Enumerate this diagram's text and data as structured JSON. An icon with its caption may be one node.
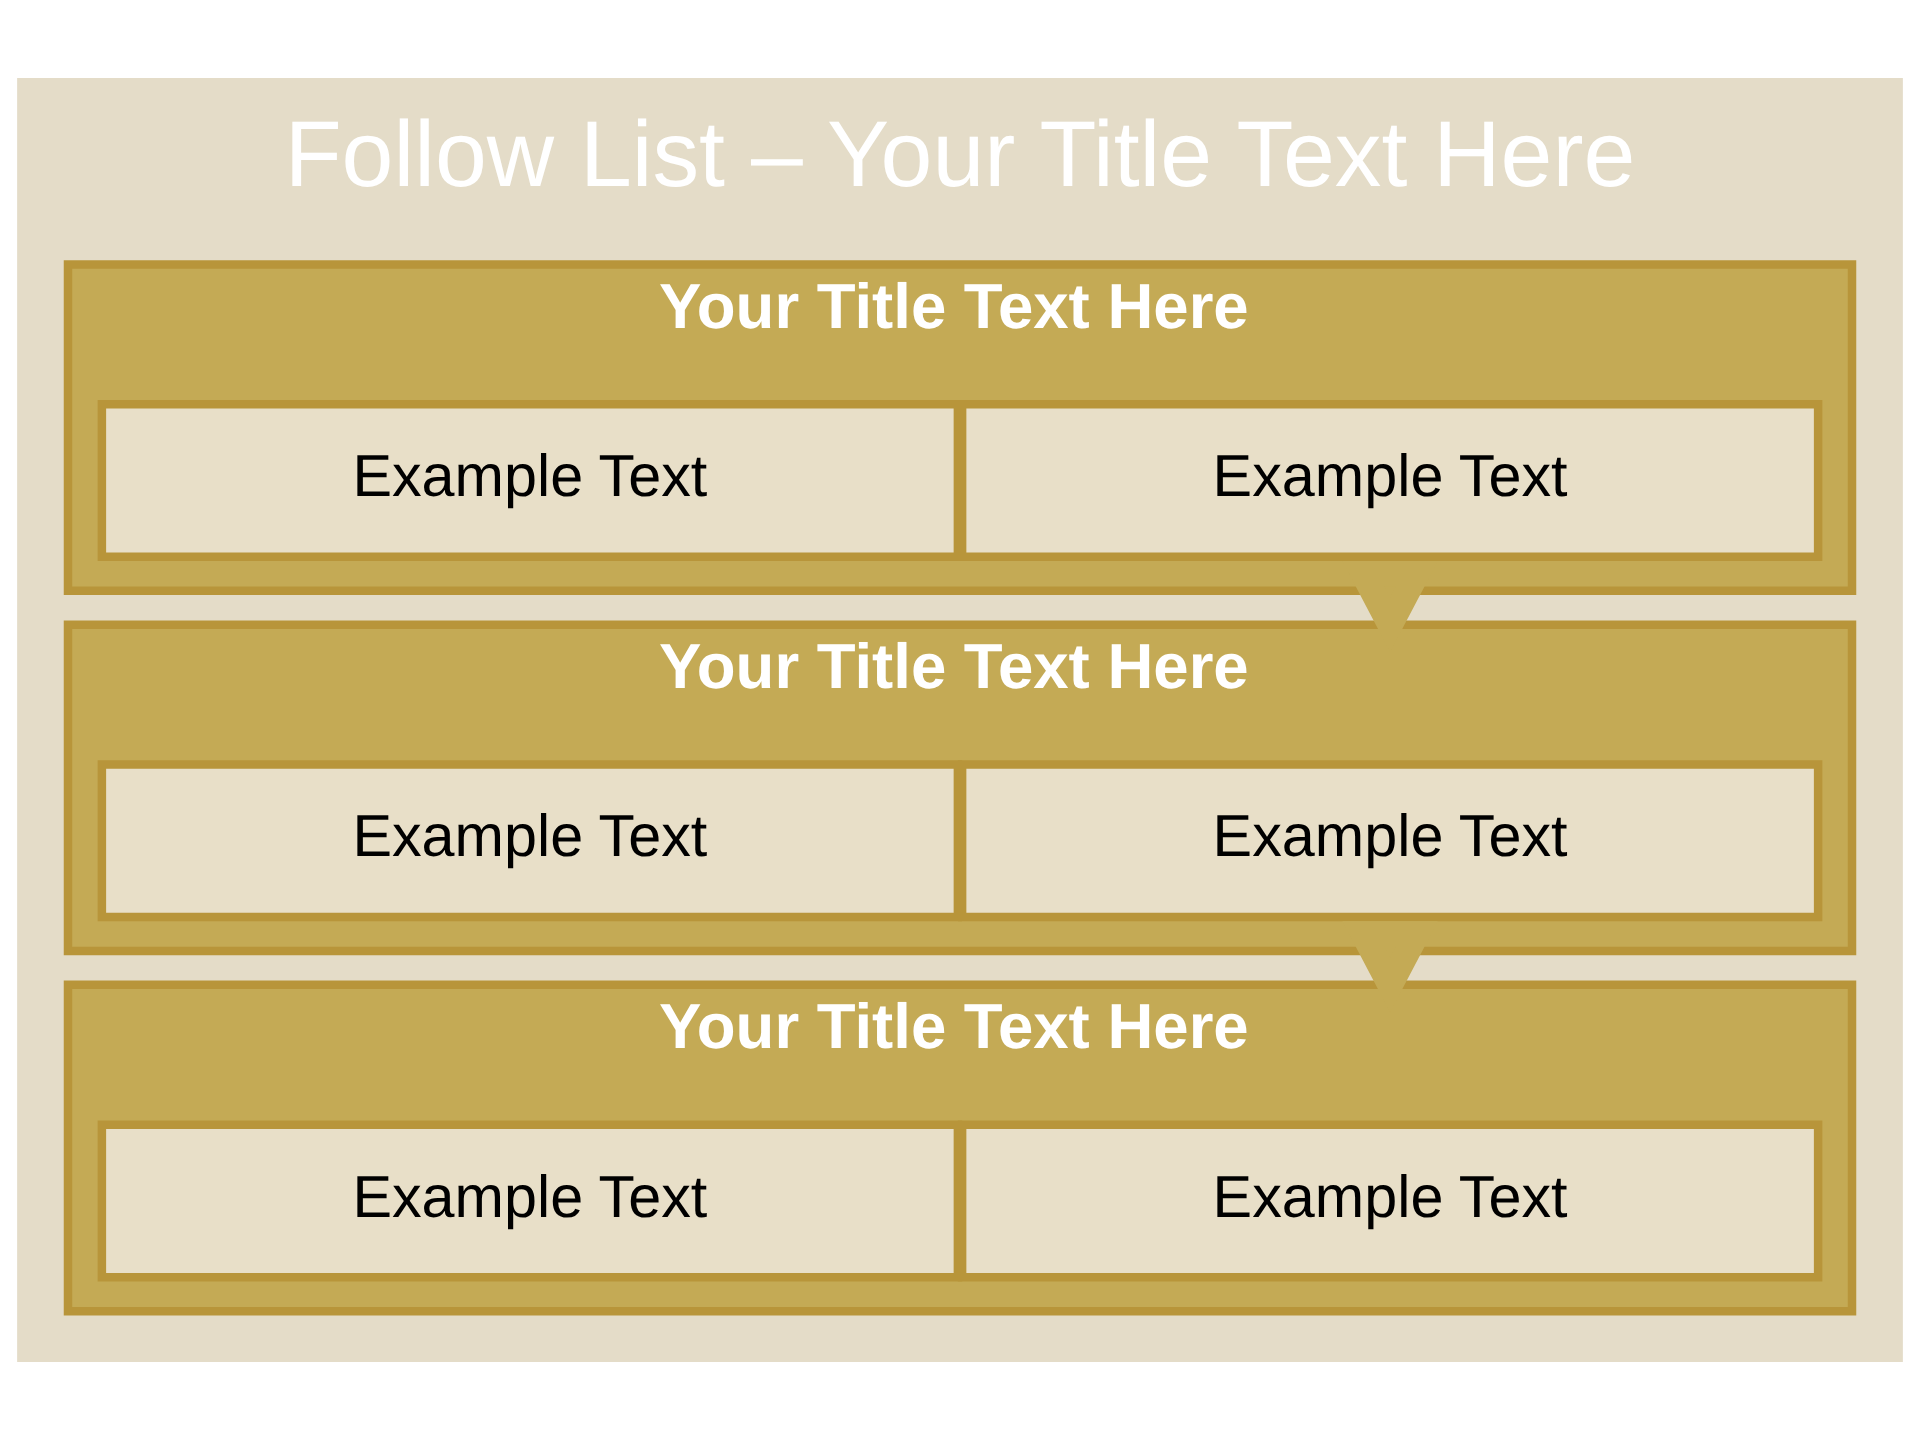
{
  "diagram": {
    "title": "Follow List – Your Title Text Here",
    "nodes": [
      {
        "text": [
          "Your Title Text Here"
        ]
      },
      {
        "text": [
          "Example Text"
        ],
        "in": 0
      },
      {
        "text": [
          "Example Text"
        ],
        "in": 0
      },
      {
        "text": [
          "Your Title Text Here"
        ]
      },
      {
        "text": [
          "Example Text"
        ],
        "in": 3
      },
      {
        "text": [
          "Example Text"
        ],
        "in": 3
      },
      {
        "text": [
          "Your Title Text Here"
        ]
      },
      {
        "text": [
          "Example Text"
        ],
        "in": 6
      },
      {
        "text": [
          "Example Text"
        ],
        "in": 6
      }
    ],
    "edges": [
      {
        "from": 0,
        "to": 3,
        "arrow": "to",
        "style": "thick"
      },
      {
        "from": 3,
        "to": 6,
        "arrow": "to",
        "style": "thick"
      }
    ]
  }
}
